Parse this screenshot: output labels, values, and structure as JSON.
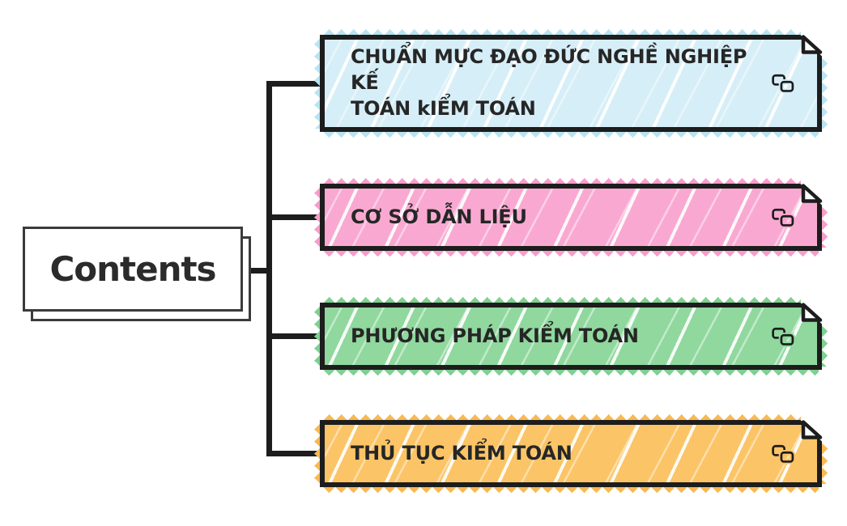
{
  "root": {
    "label": "Contents"
  },
  "connector_color": "#1d1d1d",
  "text_color": "#262626",
  "nodes": [
    {
      "label": "CHUẨN MỰC ĐẠO ĐỨC NGHỀ NGHIỆP KẾ\nTOÁN kIỂM TOÁN",
      "fill": "#d6eef7",
      "zig": "#b9e3f1",
      "icon": "link-icon"
    },
    {
      "label": "CƠ SỞ DẪN LIỆU",
      "fill": "#f9a9d1",
      "zig": "#f79dcb",
      "icon": "link-icon"
    },
    {
      "label": "PHƯƠNG PHÁP KIỂM TOÁN",
      "fill": "#90d89e",
      "zig": "#7fd092",
      "icon": "link-icon"
    },
    {
      "label": "THỦ TỤC KIỂM TOÁN",
      "fill": "#fbc466",
      "zig": "#f9b951",
      "icon": "link-icon"
    }
  ]
}
